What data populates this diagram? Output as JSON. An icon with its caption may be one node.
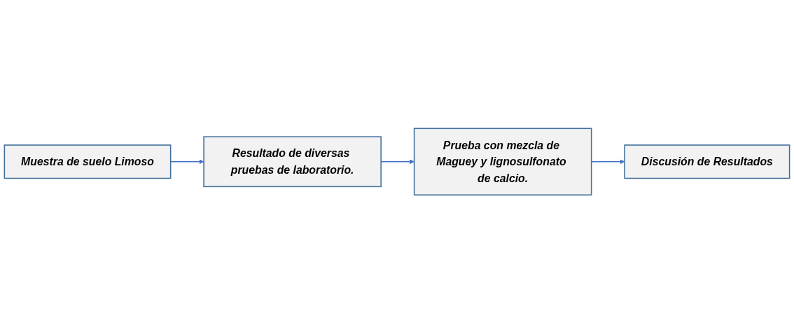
{
  "diagram": {
    "nodes": [
      {
        "text": [
          "Muestra de suelo Limoso"
        ]
      },
      {
        "text": [
          "Resultado de diversas pruebas de laboratorio."
        ]
      },
      {
        "text": [
          "Prueba con mezcla de Maguey y lignosulfonato de calcio."
        ]
      },
      {
        "text": [
          "Discusión de Resultados"
        ]
      }
    ],
    "edges": [
      {
        "from": 0,
        "to": 1,
        "arrow": "to"
      },
      {
        "from": 1,
        "to": 2,
        "arrow": "to"
      },
      {
        "from": 2,
        "to": 3,
        "arrow": "to"
      }
    ]
  }
}
